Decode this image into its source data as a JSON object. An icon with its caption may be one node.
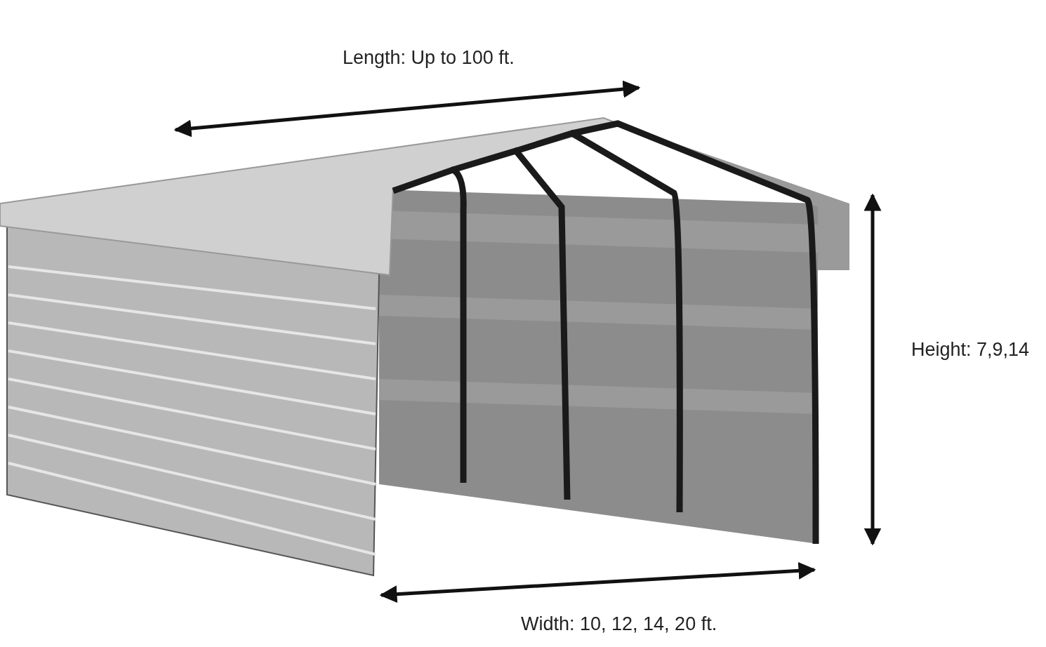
{
  "diagram": {
    "labels": [
      "Length: Up to 100 ft.",
      "Height: 7,9,14",
      "Width: 10, 12, 14, 20 ft."
    ]
  }
}
